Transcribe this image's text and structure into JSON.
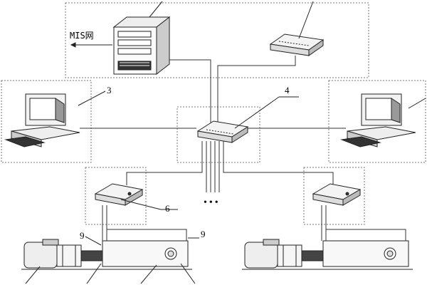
{
  "labels": {
    "mis": "MIS网",
    "n3": "3",
    "n4": "4",
    "n6": "6",
    "n9_left": "9",
    "n9_right": "9",
    "dots": "•••"
  },
  "icons": [
    "server-tower-icon",
    "network-switch-icon",
    "desktop-computer-icon",
    "weighing-scale-icon",
    "motor-pump-icon"
  ]
}
